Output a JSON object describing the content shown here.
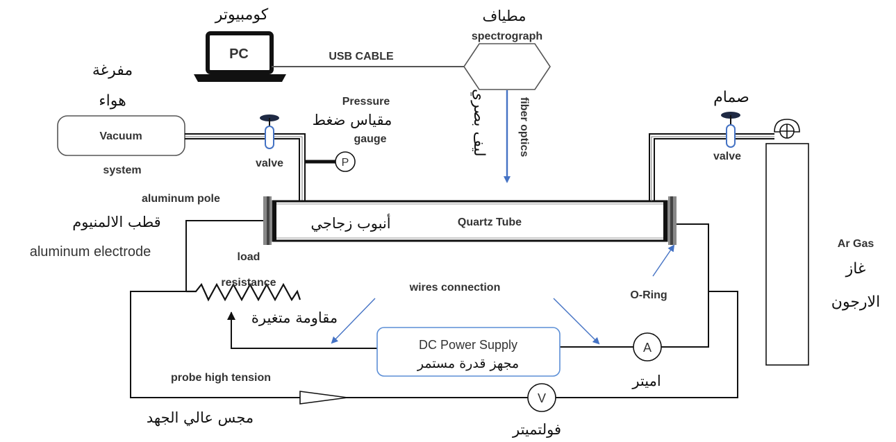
{
  "labels": {
    "computer_ar": "كومبيوتر",
    "pc": "PC",
    "usb_cable": "USB CABLE",
    "spectrograph_ar": "مطياف",
    "spectrograph": "spectrograph",
    "vacuum_pump_ar_1": "مفرغة",
    "vacuum_pump_ar_2": "هواء",
    "vacuum": "Vacuum",
    "system": "system",
    "pressure": "Pressure",
    "pressure_gauge_ar": "مقياس ضغط",
    "gauge": "gauge",
    "p": "P",
    "valve_left": "valve",
    "valve_ar": "صمام",
    "valve_right": "valve",
    "fiber_optics": "fiber optics",
    "fiber_optics_ar": "ليف بصري",
    "aluminum_pole": "aluminum pole",
    "aluminum_pole_ar": "قطب الالمنيوم",
    "aluminum_electrode": "aluminum electrode",
    "glass_tube_ar": "أنبوب زجاجي",
    "quartz_tube": "Quartz Tube",
    "load": "load",
    "resistance": "resistance",
    "variable_resistance_ar": "مقاومة متغيرة",
    "wires_connection": "wires connection",
    "o_ring": "O-Ring",
    "ar_gas": "Ar Gas",
    "argon_gas_ar_1": "غاز",
    "argon_gas_ar_2": "الارجون",
    "dc_power_supply": "DC Power Supply",
    "dc_power_supply_ar": "مجهز قدرة مستمر",
    "a": "A",
    "ammeter_ar": "اميتر",
    "probe_high_tension": "probe high tension",
    "probe_high_tension_ar": "مجس عالي الجهد",
    "v": "V",
    "voltmeter_ar": "فولتميتر"
  },
  "colors": {
    "line": "#111111",
    "arrow_blue": "#4472c4",
    "power_box_border": "#5b8ed6"
  }
}
